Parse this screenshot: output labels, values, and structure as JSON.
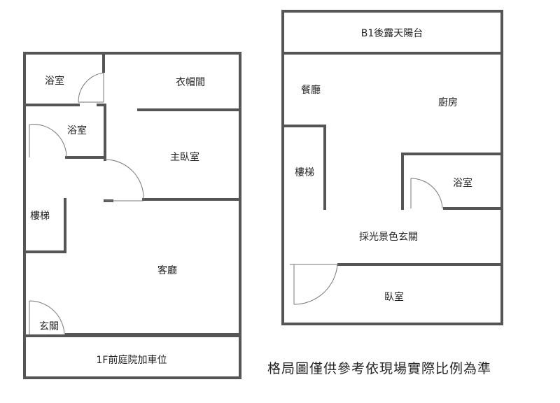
{
  "floor_1f": {
    "rooms": [
      "浴室",
      "衣帽間",
      "浴室",
      "主臥室",
      "樓梯",
      "客廳",
      "玄關",
      "1F前庭院加車位"
    ]
  },
  "floor_b1": {
    "rooms": [
      "B1後露天陽台",
      "餐廳",
      "廚房",
      "樓梯",
      "浴室",
      "採光景色玄關",
      "臥室"
    ]
  },
  "caption": "格局圖僅供參考依現場實際比例為準",
  "colors": {
    "wall": "#555555",
    "background": "#ffffff"
  }
}
